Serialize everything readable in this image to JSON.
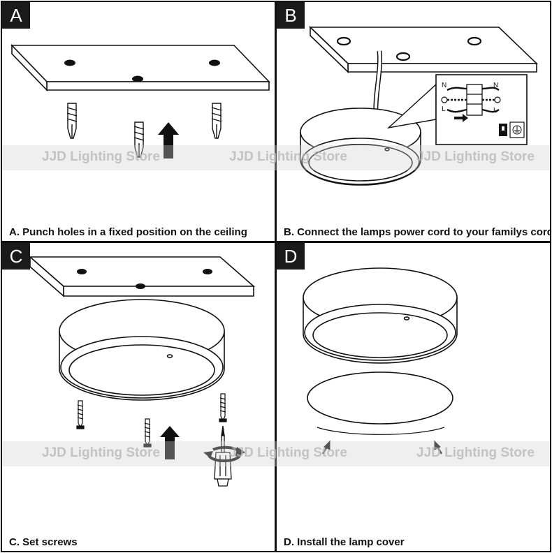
{
  "panels": [
    {
      "letter": "A",
      "caption": "A. Punch holes in a fixed position on the ceiling"
    },
    {
      "letter": "B",
      "caption": "B. Connect the lamps power cord to your familys cord"
    },
    {
      "letter": "C",
      "caption": "C. Set screws"
    },
    {
      "letter": "D",
      "caption": "D. Install the lamp cover"
    }
  ],
  "watermark": "JJD Lighting Store",
  "wiring_labels": {
    "neutral": "N",
    "live": "L"
  }
}
